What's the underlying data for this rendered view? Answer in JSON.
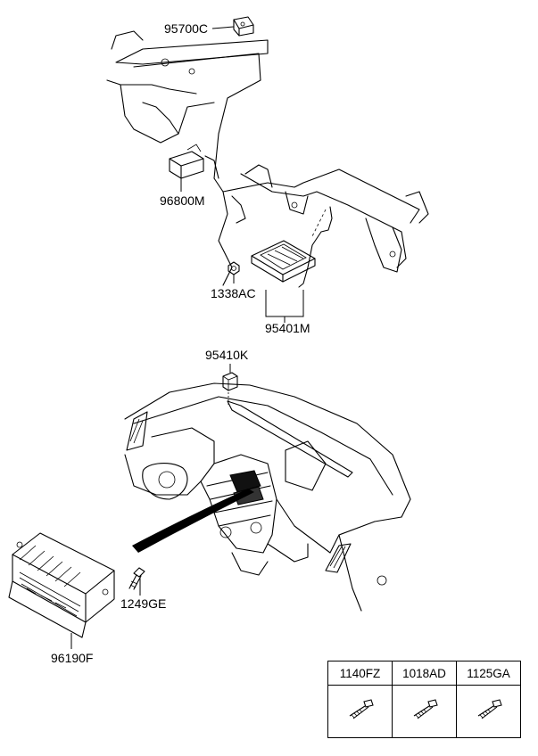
{
  "labels": {
    "p95700C": "95700C",
    "p96800M": "96800M",
    "p1338AC": "1338AC",
    "p95401M": "95401M",
    "p95410K": "95410K",
    "p1249GE": "1249GE",
    "p96190F": "96190F"
  },
  "fastener_table": {
    "headers": [
      "1140FZ",
      "1018AD",
      "1125GA"
    ],
    "icons": [
      "bolt-icon",
      "bolt-icon",
      "bolt-icon"
    ]
  }
}
